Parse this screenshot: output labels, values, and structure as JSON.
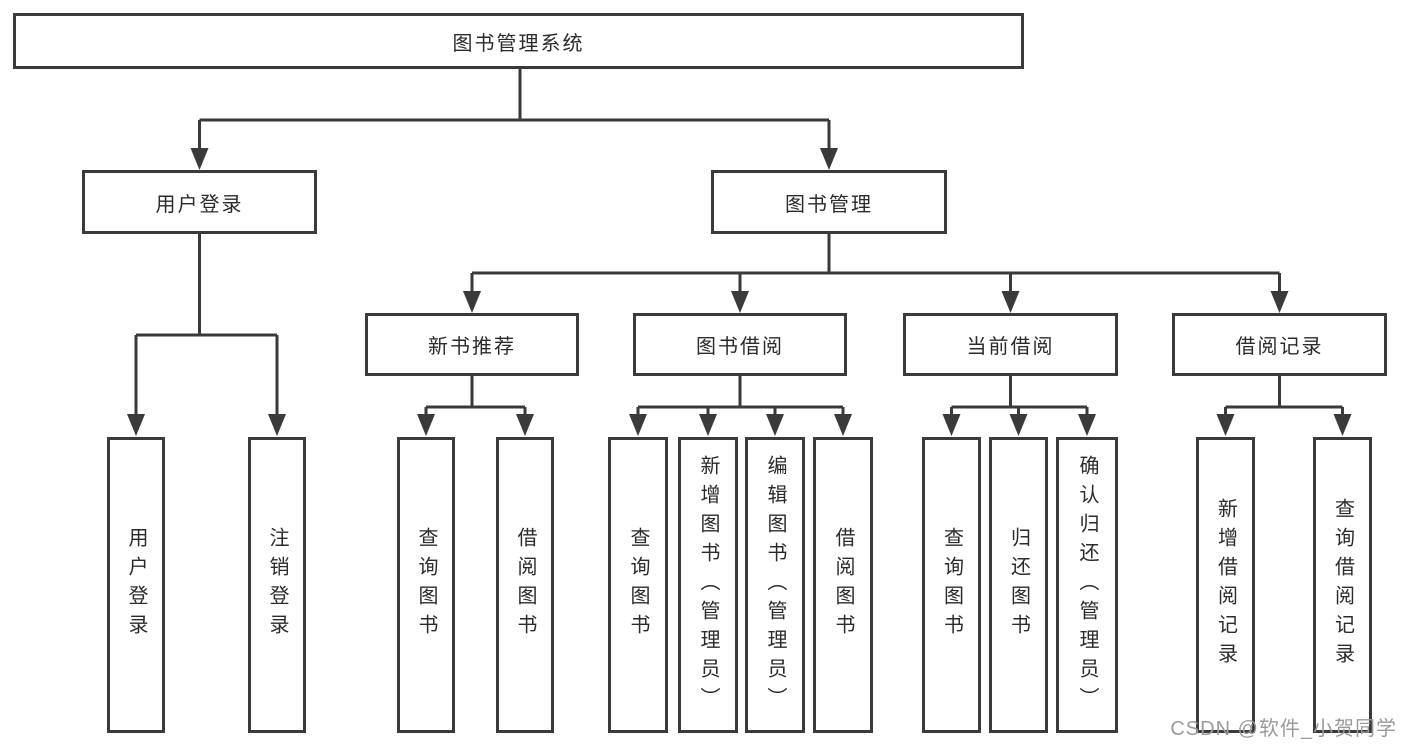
{
  "colors": {
    "line": "#3a3a3a",
    "box_border": "#3a3a3a",
    "text": "#2b2b2b",
    "watermark": "#9b9b9b",
    "background": "#ffffff"
  },
  "watermark": {
    "text": "CSDN @软件_小贺同学"
  },
  "tree": {
    "label": "图书管理系统",
    "children": [
      {
        "label": "用户登录",
        "children": [
          {
            "label": "用户登录"
          },
          {
            "label": "注销登录"
          }
        ]
      },
      {
        "label": "图书管理",
        "children": [
          {
            "label": "新书推荐",
            "children": [
              {
                "label": "查询图书"
              },
              {
                "label": "借阅图书"
              }
            ]
          },
          {
            "label": "图书借阅",
            "children": [
              {
                "label": "查询图书"
              },
              {
                "label": "新增图书（管理员）"
              },
              {
                "label": "编辑图书（管理员）"
              },
              {
                "label": "借阅图书"
              }
            ]
          },
          {
            "label": "当前借阅",
            "children": [
              {
                "label": "查询图书"
              },
              {
                "label": "归还图书"
              },
              {
                "label": "确认归还（管理员）"
              }
            ]
          },
          {
            "label": "借阅记录",
            "children": [
              {
                "label": "新增借阅记录"
              },
              {
                "label": "查询借阅记录"
              }
            ]
          }
        ]
      }
    ]
  }
}
